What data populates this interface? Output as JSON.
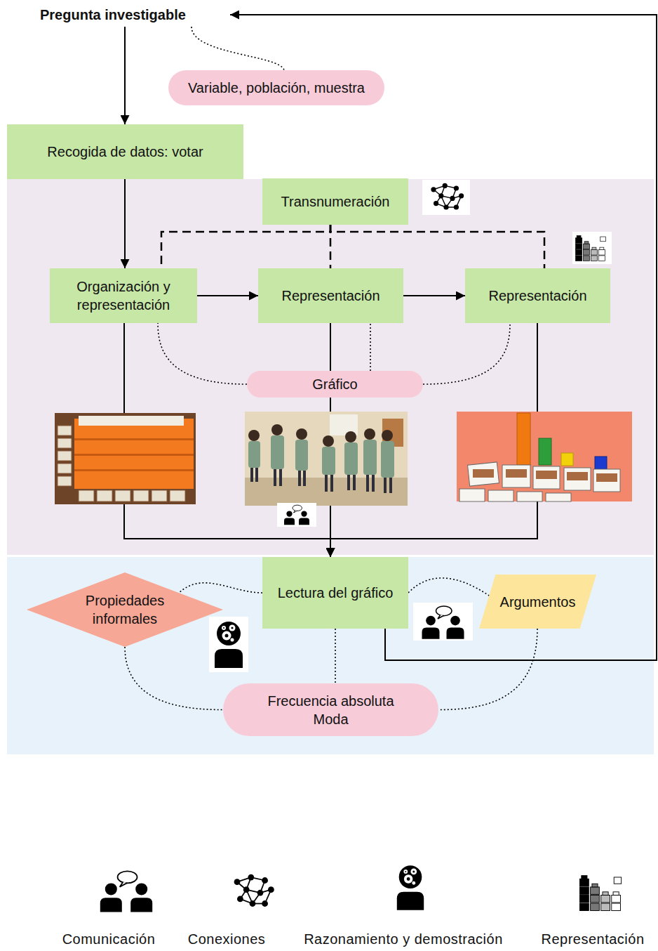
{
  "diagram": {
    "nodes": [
      {
        "text": [
          "Pregunta investigable"
        ]
      },
      {
        "text": [
          "Variable, población, muestra"
        ]
      },
      {
        "text": [
          "Recogida de datos: votar"
        ]
      },
      {
        "text": [
          "Transnumeración"
        ]
      },
      {
        "text": [
          "Organización y representación"
        ]
      },
      {
        "text": [
          "Representación"
        ]
      },
      {
        "text": [
          "Representación"
        ]
      },
      {
        "text": [
          "Gráfico"
        ]
      },
      {
        "text": [
          "Lectura del gráfico"
        ]
      },
      {
        "text": [
          "Propiedades informales"
        ]
      },
      {
        "text": [
          "Argumentos"
        ]
      },
      {
        "text": [
          "Frecuencia absoluta",
          "Moda"
        ]
      }
    ],
    "edges": [
      {
        "from": 0,
        "to": 2,
        "arrow": "to"
      },
      {
        "from": 0,
        "to": 1,
        "arrow": "none"
      },
      {
        "from": 2,
        "to": 4,
        "arrow": "to"
      },
      {
        "from": 3,
        "to": 4,
        "arrow": "none"
      },
      {
        "from": 3,
        "to": 5,
        "arrow": "none"
      },
      {
        "from": 3,
        "to": 6,
        "arrow": "none"
      },
      {
        "from": 4,
        "to": 5,
        "arrow": "to"
      },
      {
        "from": 5,
        "to": 6,
        "arrow": "to"
      },
      {
        "from": 7,
        "to": 4,
        "arrow": "none"
      },
      {
        "from": 7,
        "to": 5,
        "arrow": "none"
      },
      {
        "from": 7,
        "to": 6,
        "arrow": "none"
      },
      {
        "from": 4,
        "to": 8,
        "arrow": "to"
      },
      {
        "from": 5,
        "to": 8,
        "arrow": "to"
      },
      {
        "from": 6,
        "to": 8,
        "arrow": "to"
      },
      {
        "from": 8,
        "to": 9,
        "arrow": "none"
      },
      {
        "from": 8,
        "to": 10,
        "arrow": "none"
      },
      {
        "from": 8,
        "to": 11,
        "arrow": "none"
      },
      {
        "from": 9,
        "to": 11,
        "arrow": "none"
      },
      {
        "from": 10,
        "to": 11,
        "arrow": "none"
      },
      {
        "from": 8,
        "to": 0,
        "arrow": "to"
      }
    ],
    "legend": [
      {
        "text": "Comunicación"
      },
      {
        "text": "Conexiones"
      },
      {
        "text": "Razonamiento y demostración"
      },
      {
        "text": "Representación"
      }
    ]
  }
}
